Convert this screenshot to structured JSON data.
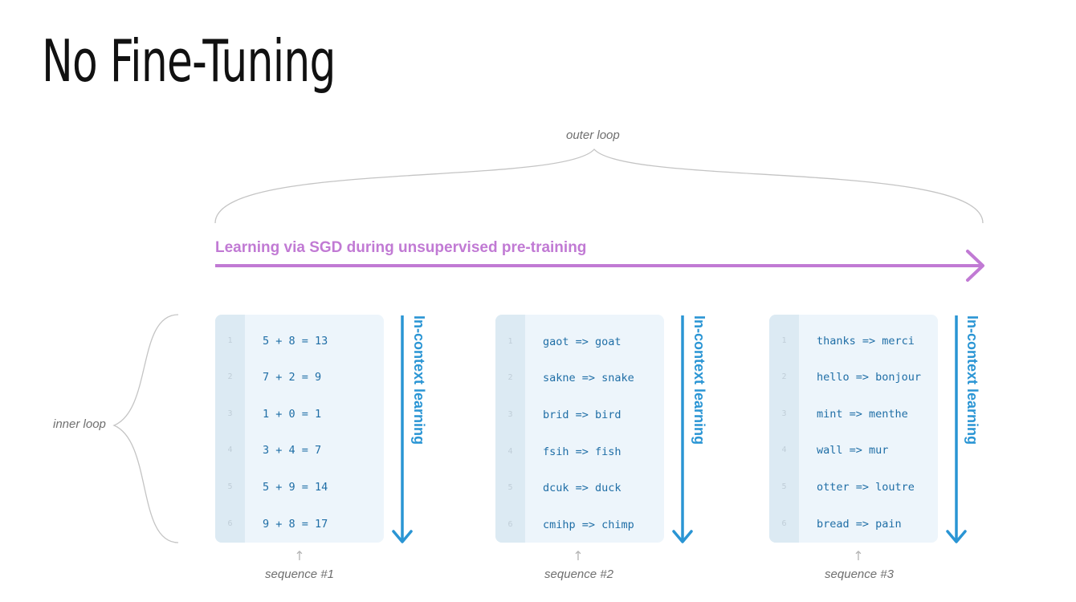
{
  "slide": {
    "title": "No Fine-Tuning"
  },
  "diagram": {
    "outer_loop_label": "outer loop",
    "inner_loop_label": "inner loop",
    "pretraining_label": "Learning via SGD during unsupervised pre-training",
    "in_context_label": "In-context learning",
    "colors": {
      "pretraining_arrow": "#c17ad4",
      "in_context_arrow": "#2a95d4",
      "panel_background": "#edf5fb",
      "code_text": "#1f6ea6",
      "brace": "#c4c4c4"
    },
    "sequences": [
      {
        "label": "sequence #1",
        "lines": [
          {
            "num": "1",
            "text": "5 + 8 = 13"
          },
          {
            "num": "2",
            "text": "7 + 2 = 9"
          },
          {
            "num": "3",
            "text": "1 + 0 = 1"
          },
          {
            "num": "4",
            "text": "3 + 4 = 7"
          },
          {
            "num": "5",
            "text": "5 + 9 = 14"
          },
          {
            "num": "6",
            "text": "9 + 8 = 17"
          }
        ]
      },
      {
        "label": "sequence #2",
        "lines": [
          {
            "num": "1",
            "text": "gaot => goat"
          },
          {
            "num": "2",
            "text": "sakne => snake"
          },
          {
            "num": "3",
            "text": "brid => bird"
          },
          {
            "num": "4",
            "text": "fsih => fish"
          },
          {
            "num": "5",
            "text": "dcuk => duck"
          },
          {
            "num": "6",
            "text": "cmihp => chimp"
          }
        ]
      },
      {
        "label": "sequence #3",
        "lines": [
          {
            "num": "1",
            "text": "thanks => merci"
          },
          {
            "num": "2",
            "text": "hello => bonjour"
          },
          {
            "num": "3",
            "text": "mint => menthe"
          },
          {
            "num": "4",
            "text": "wall => mur"
          },
          {
            "num": "5",
            "text": "otter => loutre"
          },
          {
            "num": "6",
            "text": "bread => pain"
          }
        ]
      }
    ]
  }
}
